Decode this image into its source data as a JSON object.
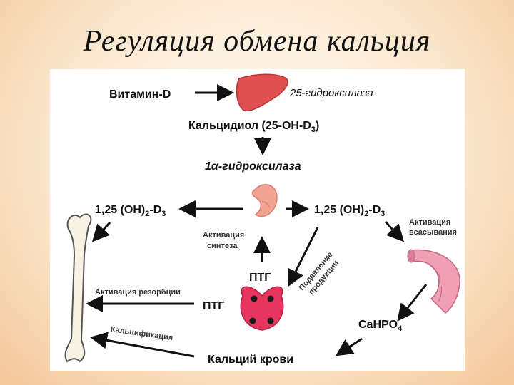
{
  "title": "Регуляция обмена кальция",
  "nodes": {
    "vitamin_d": "Витамин-D",
    "hydroxylase_25": "25-гидроксилаза",
    "calcidiol_main": "Кальцидиол (25-OH-D",
    "calcidiol_sub": "3",
    "calcidiol_close": ")",
    "hydroxylase_1a": "1α-гидроксилаза",
    "calcitriol_base": "1,25 (OH)",
    "calcitriol_sub2": "2",
    "calcitriol_d": "-D",
    "calcitriol_sub3": "3",
    "activation_absorption_1": "Активация",
    "activation_absorption_2": "всасывания",
    "activation_synthesis_1": "Активация",
    "activation_synthesis_2": "синтеза",
    "suppression_1": "Подавление",
    "suppression_2": "продукции",
    "pth_upper": "ПТГ",
    "pth_left": "ПТГ",
    "activation_resorption": "Активация резорбции",
    "calcification": "Кальцификация",
    "cahpo4_main": "CaHPO",
    "cahpo4_sub": "4",
    "blood_calcium": "Кальций крови"
  }
}
